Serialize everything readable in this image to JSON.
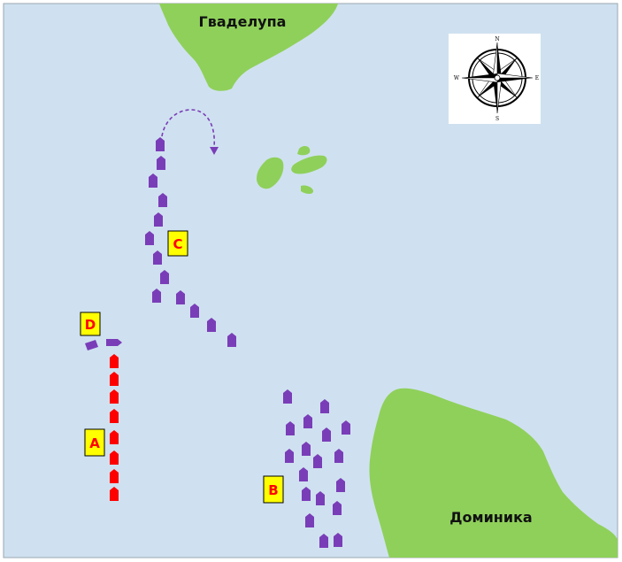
{
  "map": {
    "labels": {
      "guadeloupe": "Гваделупа",
      "dominica": "Доминика"
    },
    "fleet_labels": {
      "A": "A",
      "B": "B",
      "C": "C",
      "D": "D"
    },
    "compass": {
      "north": "N",
      "south": "S",
      "east": "E",
      "west": "W"
    },
    "colors": {
      "sea": "#cfe1f0",
      "land": "#8fd05a",
      "fleet_purple": "#7a3db8",
      "fleet_red": "#ff0000",
      "label_fill": "#ffff00",
      "label_text": "#ff0000"
    },
    "icons": {
      "compass": "compass-rose-icon",
      "ship": "ship-icon",
      "arrow": "dashed-curved-arrow-icon"
    }
  }
}
